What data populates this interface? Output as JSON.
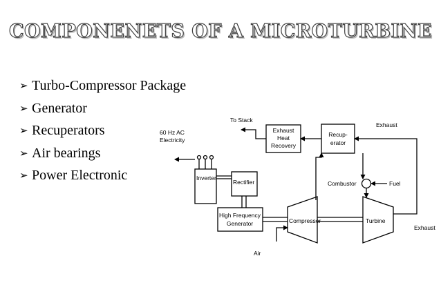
{
  "slide": {
    "title": "COMPONENETS OF  A MICROTURBINE",
    "bullets": [
      "Turbo-Compressor Package",
      "Generator",
      "Recuperators",
      "Air bearings",
      "Power Electronic"
    ],
    "bullet_glyph": "➢"
  },
  "diagram": {
    "labels": {
      "to_stack": "To Stack",
      "ac_line1": "60 Hz AC",
      "ac_line2": "Electricity",
      "exhaust_heat_1": "Exhaust",
      "exhaust_heat_2": "Heat",
      "exhaust_heat_3": "Recovery",
      "recup_1": "Recup-",
      "recup_2": "erator",
      "exhaust_top": "Exhaust",
      "inverter": "Inverter",
      "rectifier": "Rectifier",
      "combustor": "Combustor",
      "fuel": "Fuel",
      "hfg_1": "High Frequency",
      "hfg_2": "Generator",
      "compressor": "Compressor",
      "turbine": "Turbine",
      "exhaust_bottom": "Exhaust",
      "air": "Air"
    }
  }
}
